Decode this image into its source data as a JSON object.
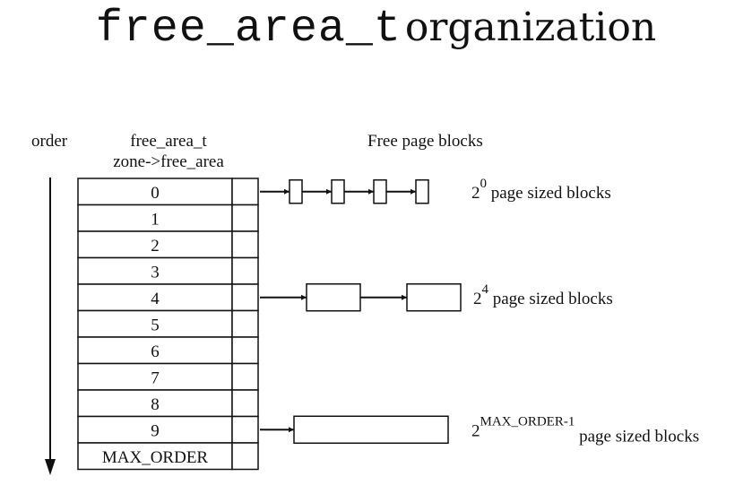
{
  "title": {
    "code": "free_area_t",
    "text": "organization"
  },
  "headers": {
    "order": "order",
    "array_line1": "free_area_t",
    "array_line2": "zone->free_area",
    "blocks": "Free page blocks"
  },
  "orders": [
    "0",
    "1",
    "2",
    "3",
    "4",
    "5",
    "6",
    "7",
    "8",
    "9",
    "MAX_ORDER"
  ],
  "block_lists": [
    {
      "order": "0",
      "block_count": 4,
      "base": "2",
      "exponent": "0",
      "suffix": "page sized blocks"
    },
    {
      "order": "4",
      "block_count": 2,
      "base": "2",
      "exponent": "4",
      "suffix": "page sized blocks"
    },
    {
      "order": "9",
      "block_count": 1,
      "base": "2",
      "exponent": "MAX_ORDER-1",
      "suffix": "page sized blocks"
    }
  ]
}
